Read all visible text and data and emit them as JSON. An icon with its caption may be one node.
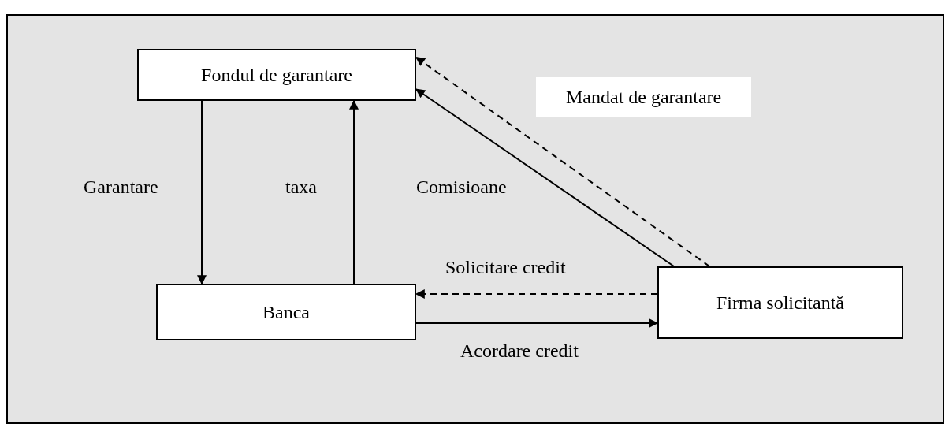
{
  "diagram": {
    "nodes": [
      {
        "text": [
          "Fondul de garantare"
        ]
      },
      {
        "text": [
          "Banca"
        ]
      },
      {
        "text": [
          "Firma solicitantă"
        ]
      }
    ],
    "edges": [
      {
        "from": 0,
        "to": 1,
        "arrow": "to",
        "label": "Garantare"
      },
      {
        "from": 1,
        "to": 0,
        "arrow": "to",
        "label": "taxa"
      },
      {
        "from": 2,
        "to": 0,
        "arrow": "to",
        "label": "Comisioane"
      },
      {
        "from": 2,
        "to": 0,
        "arrow": "to",
        "label": "Mandat de garantare",
        "style": "dashed"
      },
      {
        "from": 2,
        "to": 1,
        "arrow": "to",
        "label": "Solicitare credit",
        "style": "dashed"
      },
      {
        "from": 1,
        "to": 2,
        "arrow": "to",
        "label": "Acordare credit"
      }
    ]
  }
}
